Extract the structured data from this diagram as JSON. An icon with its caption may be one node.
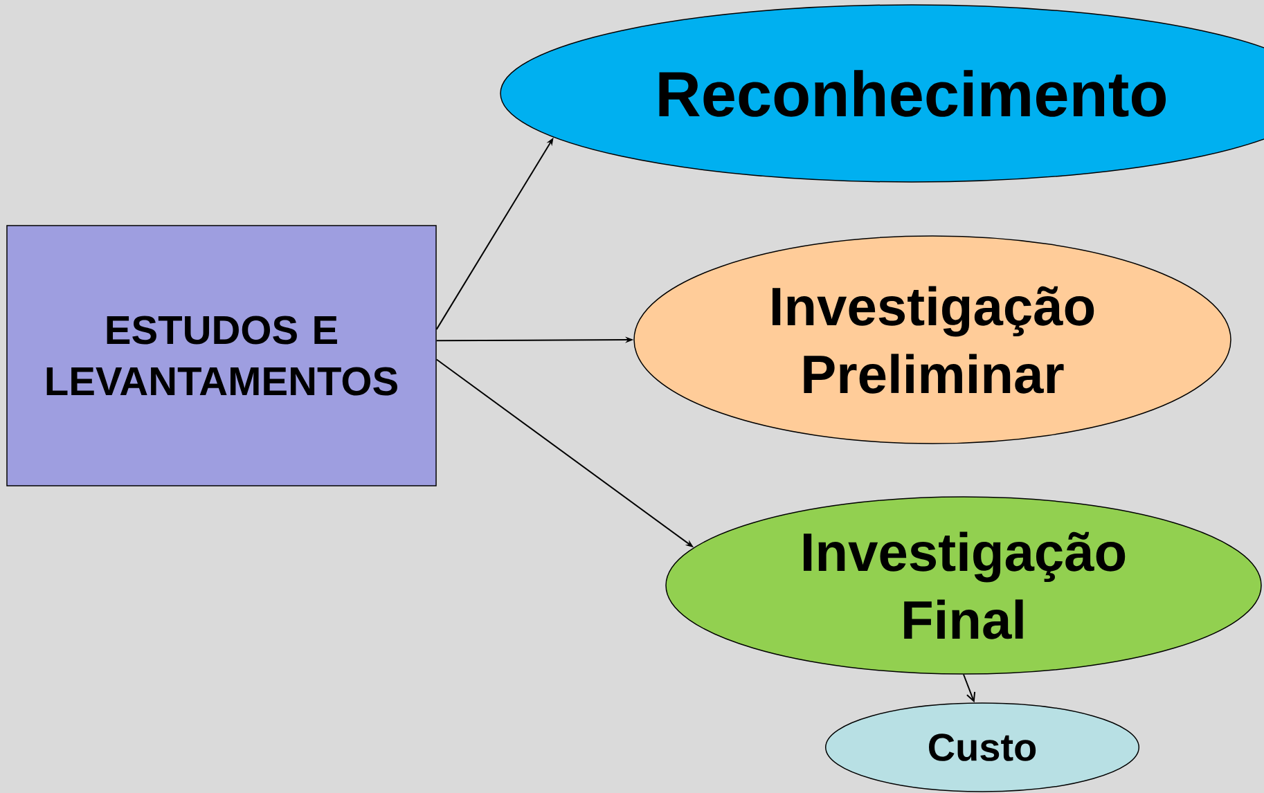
{
  "diagram": {
    "nodes": [
      {
        "text": [
          "ESTUDOS E LEVANTAMENTOS"
        ]
      },
      {
        "text": [
          "Reconhecimento"
        ]
      },
      {
        "text": [
          "Investigação Preliminar"
        ]
      },
      {
        "text": [
          "Investigação Final"
        ]
      },
      {
        "text": [
          "Custo"
        ]
      }
    ],
    "edges": [
      {
        "from": 0,
        "to": 1,
        "arrow": "to"
      },
      {
        "from": 0,
        "to": 2,
        "arrow": "to"
      },
      {
        "from": 0,
        "to": 3,
        "arrow": "to"
      },
      {
        "from": 3,
        "to": 4,
        "arrow": "to"
      }
    ]
  }
}
